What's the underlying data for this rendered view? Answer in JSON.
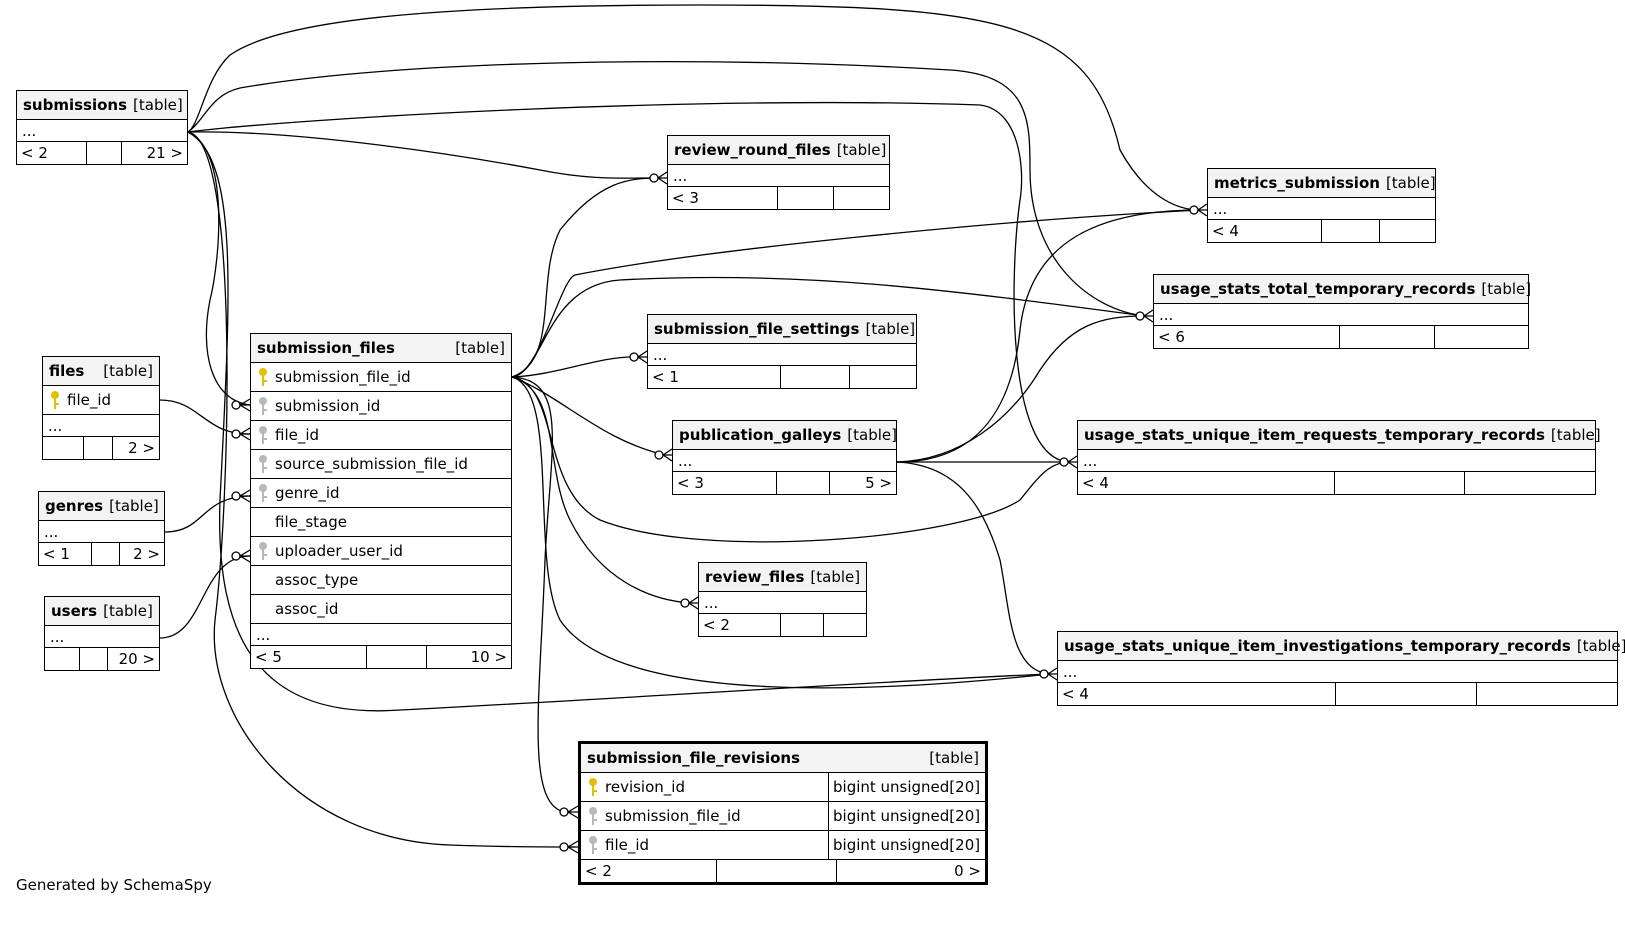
{
  "footer": "Generated by SchemaSpy",
  "table_type_label": "[table]",
  "ellipsis": "...",
  "key_icon_colors": {
    "primary": "#e2c200",
    "foreign": "#b8b8b8"
  },
  "tables": {
    "submissions": {
      "name": "submissions",
      "footer": [
        "< 2",
        "",
        "21 >"
      ]
    },
    "review_round_files": {
      "name": "review_round_files",
      "footer": [
        "< 3",
        "",
        ""
      ]
    },
    "metrics_submission": {
      "name": "metrics_submission",
      "footer": [
        "< 4",
        "",
        ""
      ]
    },
    "usage_stats_total_temporary_records": {
      "name": "usage_stats_total_temporary_records",
      "footer": [
        "< 6",
        "",
        ""
      ]
    },
    "submission_file_settings": {
      "name": "submission_file_settings",
      "footer": [
        "< 1",
        "",
        ""
      ]
    },
    "publication_galleys": {
      "name": "publication_galleys",
      "footer": [
        "< 3",
        "",
        "5 >"
      ]
    },
    "usage_stats_unique_item_requests_temporary_records": {
      "name": "usage_stats_unique_item_requests_temporary_records",
      "footer": [
        "< 4",
        "",
        ""
      ]
    },
    "review_files": {
      "name": "review_files",
      "footer": [
        "< 2",
        "",
        ""
      ]
    },
    "usage_stats_unique_item_investigations_temporary_records": {
      "name": "usage_stats_unique_item_investigations_temporary_records",
      "footer": [
        "< 4",
        "",
        ""
      ]
    },
    "files": {
      "name": "files",
      "columns": [
        "file_id"
      ],
      "footer": [
        "",
        "",
        "2 >"
      ]
    },
    "genres": {
      "name": "genres",
      "footer": [
        "< 1",
        "",
        "2 >"
      ]
    },
    "users": {
      "name": "users",
      "footer": [
        "",
        "",
        "20 >"
      ]
    },
    "submission_files": {
      "name": "submission_files",
      "columns": [
        "submission_file_id",
        "submission_id",
        "file_id",
        "source_submission_file_id",
        "genre_id",
        "file_stage",
        "uploader_user_id",
        "assoc_type",
        "assoc_id"
      ],
      "footer": [
        "< 5",
        "",
        "10 >"
      ]
    },
    "submission_file_revisions": {
      "name": "submission_file_revisions",
      "columns": [
        {
          "name": "revision_id",
          "type": "bigint unsigned[20]"
        },
        {
          "name": "submission_file_id",
          "type": "bigint unsigned[20]"
        },
        {
          "name": "file_id",
          "type": "bigint unsigned[20]"
        }
      ],
      "footer": [
        "< 2",
        "",
        "0 >"
      ]
    }
  }
}
